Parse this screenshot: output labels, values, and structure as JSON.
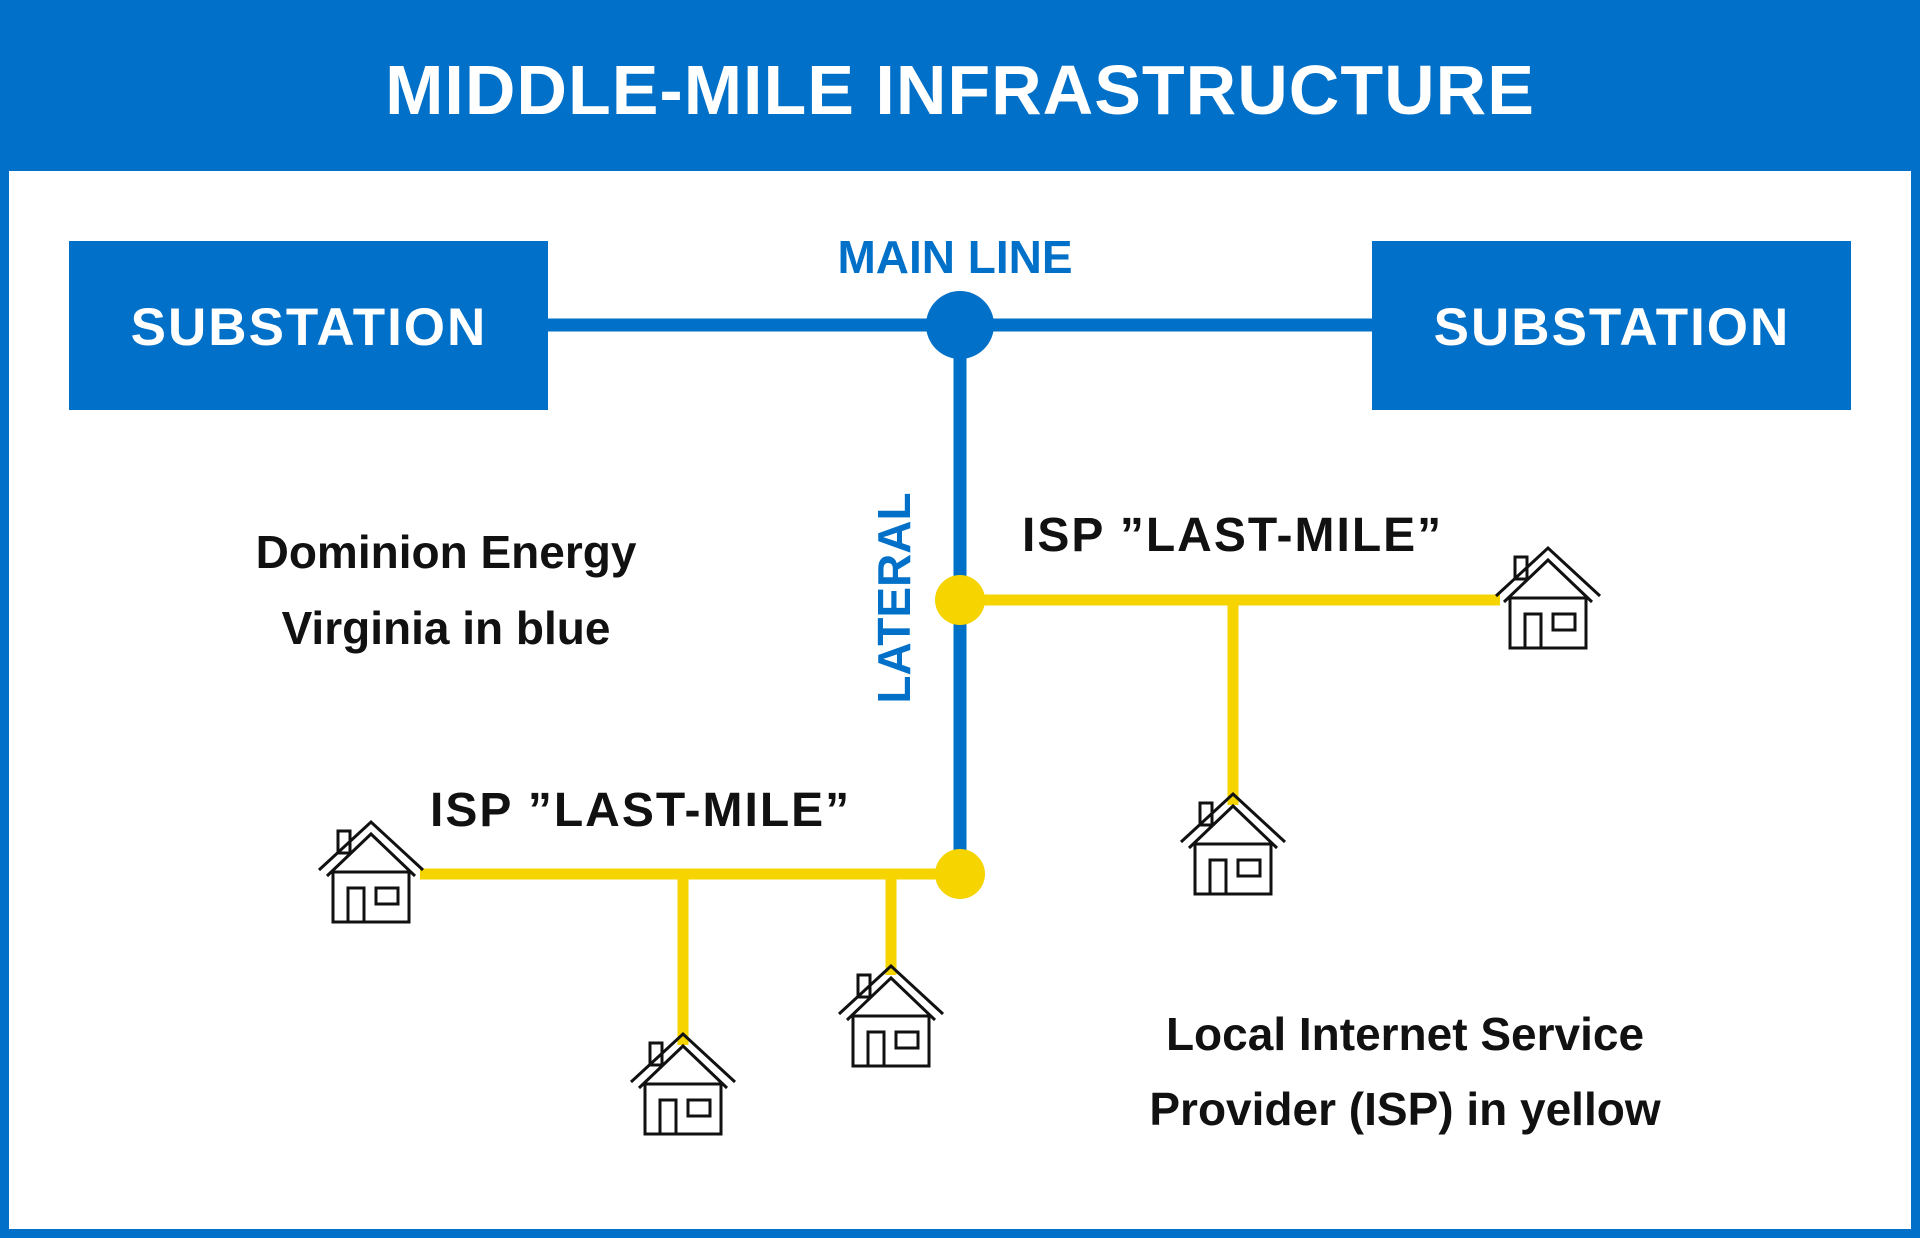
{
  "title": "MIDDLE-MILE INFRASTRUCTURE",
  "colors": {
    "utility_blue": "#0070c8",
    "isp_yellow": "#f6d400",
    "text_black": "#111111",
    "background": "#ffffff"
  },
  "diagram": {
    "substation_left_label": "SUBSTATION",
    "substation_right_label": "SUBSTATION",
    "main_line_label": "MAIN LINE",
    "lateral_label": "LATERAL",
    "isp_upper_label": "ISP ”LAST-MILE”",
    "isp_lower_label": "ISP ”LAST-MILE”",
    "utility_note_line1": "Dominion Energy",
    "utility_note_line2": "Virginia in blue",
    "isp_note_line1": "Local Internet Service",
    "isp_note_line2": "Provider (ISP) in yellow",
    "icons": [
      "house-icon"
    ]
  }
}
